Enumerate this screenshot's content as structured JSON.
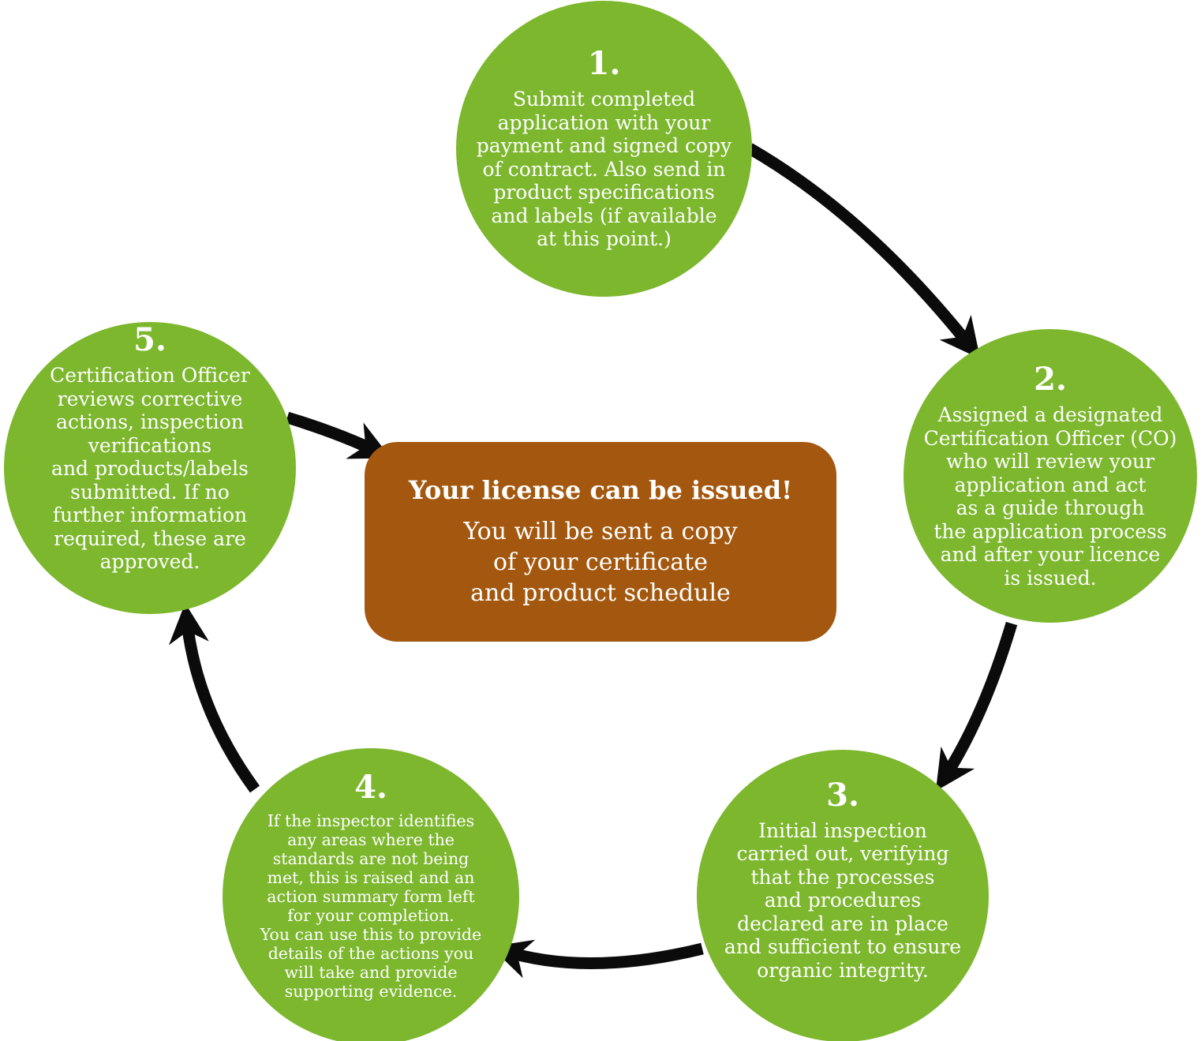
{
  "colors": {
    "circle_green": "#7CB72E",
    "box_brown": "#A4580F",
    "arrow_black": "#0B0B0B",
    "text_white": "#FFFFFF"
  },
  "steps": [
    {
      "number": "1.",
      "text": [
        "Submit completed",
        "application with your",
        "payment and signed copy",
        "of contract. Also send in",
        "product specifications",
        "and labels (if available",
        "at this point.)"
      ]
    },
    {
      "number": "2.",
      "text": [
        "Assigned a designated",
        "Certification Officer (CO)",
        "who will review your",
        "application and act",
        "as a guide through",
        "the application process",
        "and after your licence",
        "is issued."
      ]
    },
    {
      "number": "3.",
      "text": [
        "Initial inspection",
        "carried out, verifying",
        "that the processes",
        "and procedures",
        "declared are in place",
        "and sufficient to ensure",
        "organic integrity."
      ]
    },
    {
      "number": "4.",
      "text": [
        "If the inspector identifies",
        "any areas where the",
        "standards are not being",
        "met, this is raised and an",
        "action summary form left",
        "for your completion.",
        "You can use this to provide",
        "details of the actions you",
        "will take and provide",
        "supporting evidence."
      ]
    },
    {
      "number": "5.",
      "text": [
        "Certification Officer",
        "reviews corrective",
        "actions, inspection",
        "verifications",
        "and products/labels",
        "submitted. If no",
        "further information",
        "required, these are",
        "approved."
      ]
    }
  ],
  "center_box": {
    "title": "Your license can be issued!",
    "body": [
      "You will be sent a copy",
      "of your certificate",
      "and product schedule"
    ]
  }
}
